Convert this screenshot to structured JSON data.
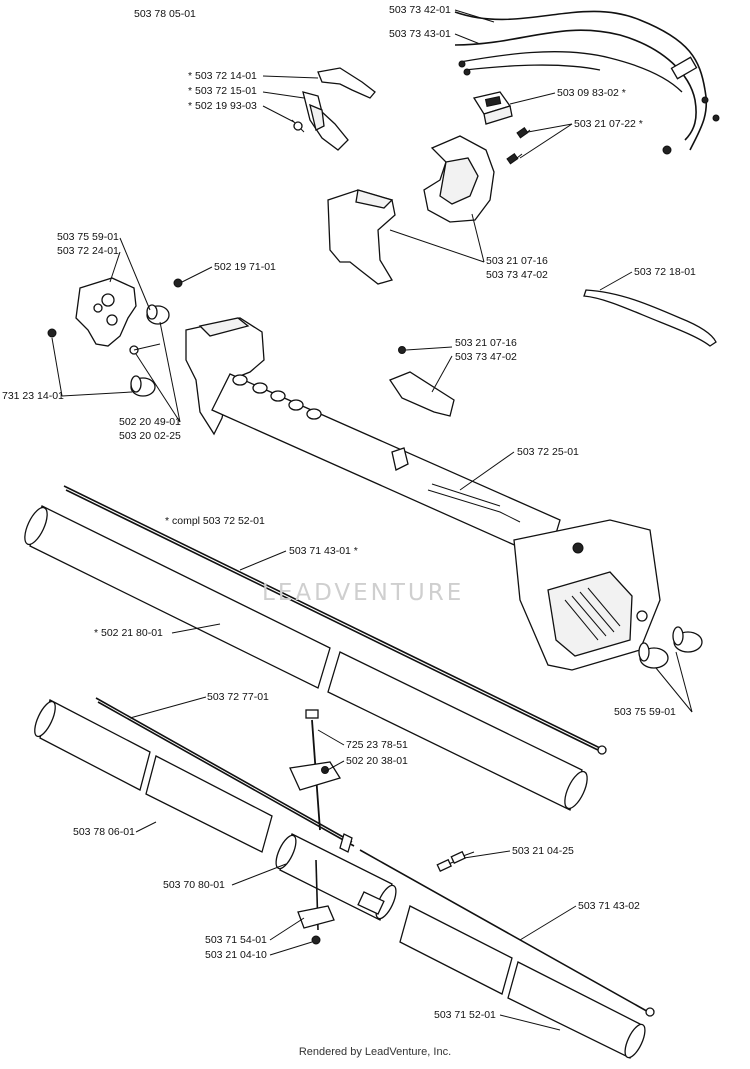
{
  "diagram": {
    "labels": [
      {
        "id": "l1",
        "text": "503 78 05-01"
      },
      {
        "id": "l2",
        "text": "503 73 42-01"
      },
      {
        "id": "l3",
        "text": "503 73 43-01"
      },
      {
        "id": "l4",
        "text": "* 503 72 14-01"
      },
      {
        "id": "l5",
        "text": "* 503 72 15-01"
      },
      {
        "id": "l6",
        "text": "* 502 19 93-03"
      },
      {
        "id": "l7",
        "text": "503 09 83-02  *"
      },
      {
        "id": "l8",
        "text": "503 21 07-22  *"
      },
      {
        "id": "l9",
        "text": "503 75 59-01"
      },
      {
        "id": "l10",
        "text": "503 72 24-01"
      },
      {
        "id": "l11",
        "text": "502 19 71-01"
      },
      {
        "id": "l12",
        "text": "503 21 07-16"
      },
      {
        "id": "l13",
        "text": "503 73 47-02"
      },
      {
        "id": "l14",
        "text": "503 72 18-01"
      },
      {
        "id": "l15",
        "text": "503 21 07-16"
      },
      {
        "id": "l16",
        "text": "503 73 47-02"
      },
      {
        "id": "l17",
        "text": "731 23 14-01"
      },
      {
        "id": "l18",
        "text": "502 20 49-01"
      },
      {
        "id": "l19",
        "text": "503 20 02-25"
      },
      {
        "id": "l20",
        "text": "503 72 25-01"
      },
      {
        "id": "l21",
        "text": "*  compl 503 72 52-01"
      },
      {
        "id": "l22",
        "text": "503 71 43-01  *"
      },
      {
        "id": "l23",
        "text": "*  502 21 80-01"
      },
      {
        "id": "l24",
        "text": "503 75 59-01"
      },
      {
        "id": "l25",
        "text": "503 72 77-01"
      },
      {
        "id": "l26",
        "text": "725 23 78-51"
      },
      {
        "id": "l27",
        "text": "502 20 38-01"
      },
      {
        "id": "l28",
        "text": "503 78 06-01"
      },
      {
        "id": "l29",
        "text": "503 21 04-25"
      },
      {
        "id": "l30",
        "text": "503 70 80-01"
      },
      {
        "id": "l31",
        "text": "503 71 43-02"
      },
      {
        "id": "l32",
        "text": "503 71 54-01"
      },
      {
        "id": "l33",
        "text": "503 21 04-10"
      },
      {
        "id": "l34",
        "text": "503 71 52-01"
      }
    ],
    "watermark": "LEADVENTURE",
    "footer": "Rendered by LeadVenture, Inc."
  }
}
